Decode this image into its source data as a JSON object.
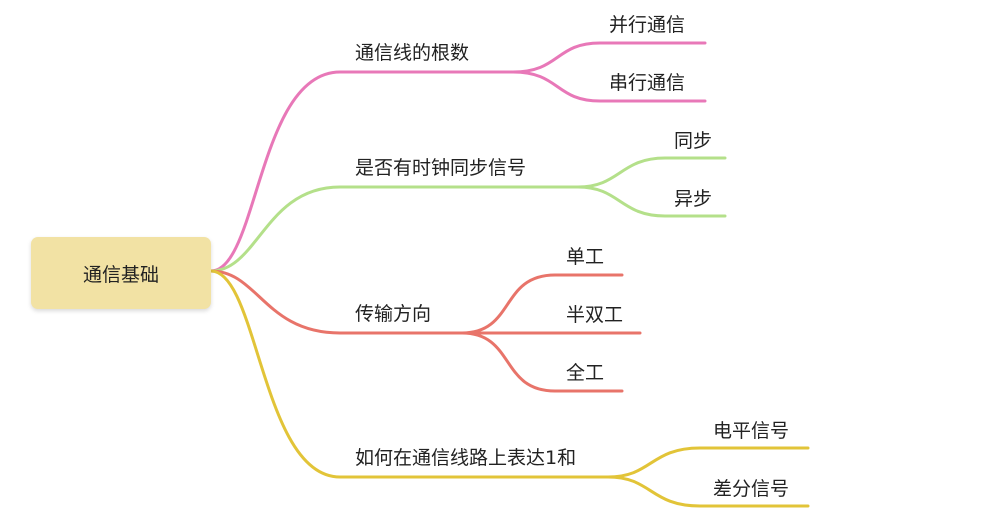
{
  "root": {
    "label": "通信基础"
  },
  "branches": [
    {
      "label": "通信线的根数",
      "color": "#e878b8",
      "children": [
        {
          "label": "并行通信"
        },
        {
          "label": "串行通信"
        }
      ]
    },
    {
      "label": "是否有时钟同步信号",
      "color": "#b4e08a",
      "children": [
        {
          "label": "同步"
        },
        {
          "label": "异步"
        }
      ]
    },
    {
      "label": "传输方向",
      "color": "#e8746a",
      "children": [
        {
          "label": "单工"
        },
        {
          "label": "半双工"
        },
        {
          "label": "全工"
        }
      ]
    },
    {
      "label": "如何在通信线路上表达1和",
      "color": "#e2c438",
      "children": [
        {
          "label": "电平信号"
        },
        {
          "label": "差分信号"
        }
      ]
    }
  ]
}
